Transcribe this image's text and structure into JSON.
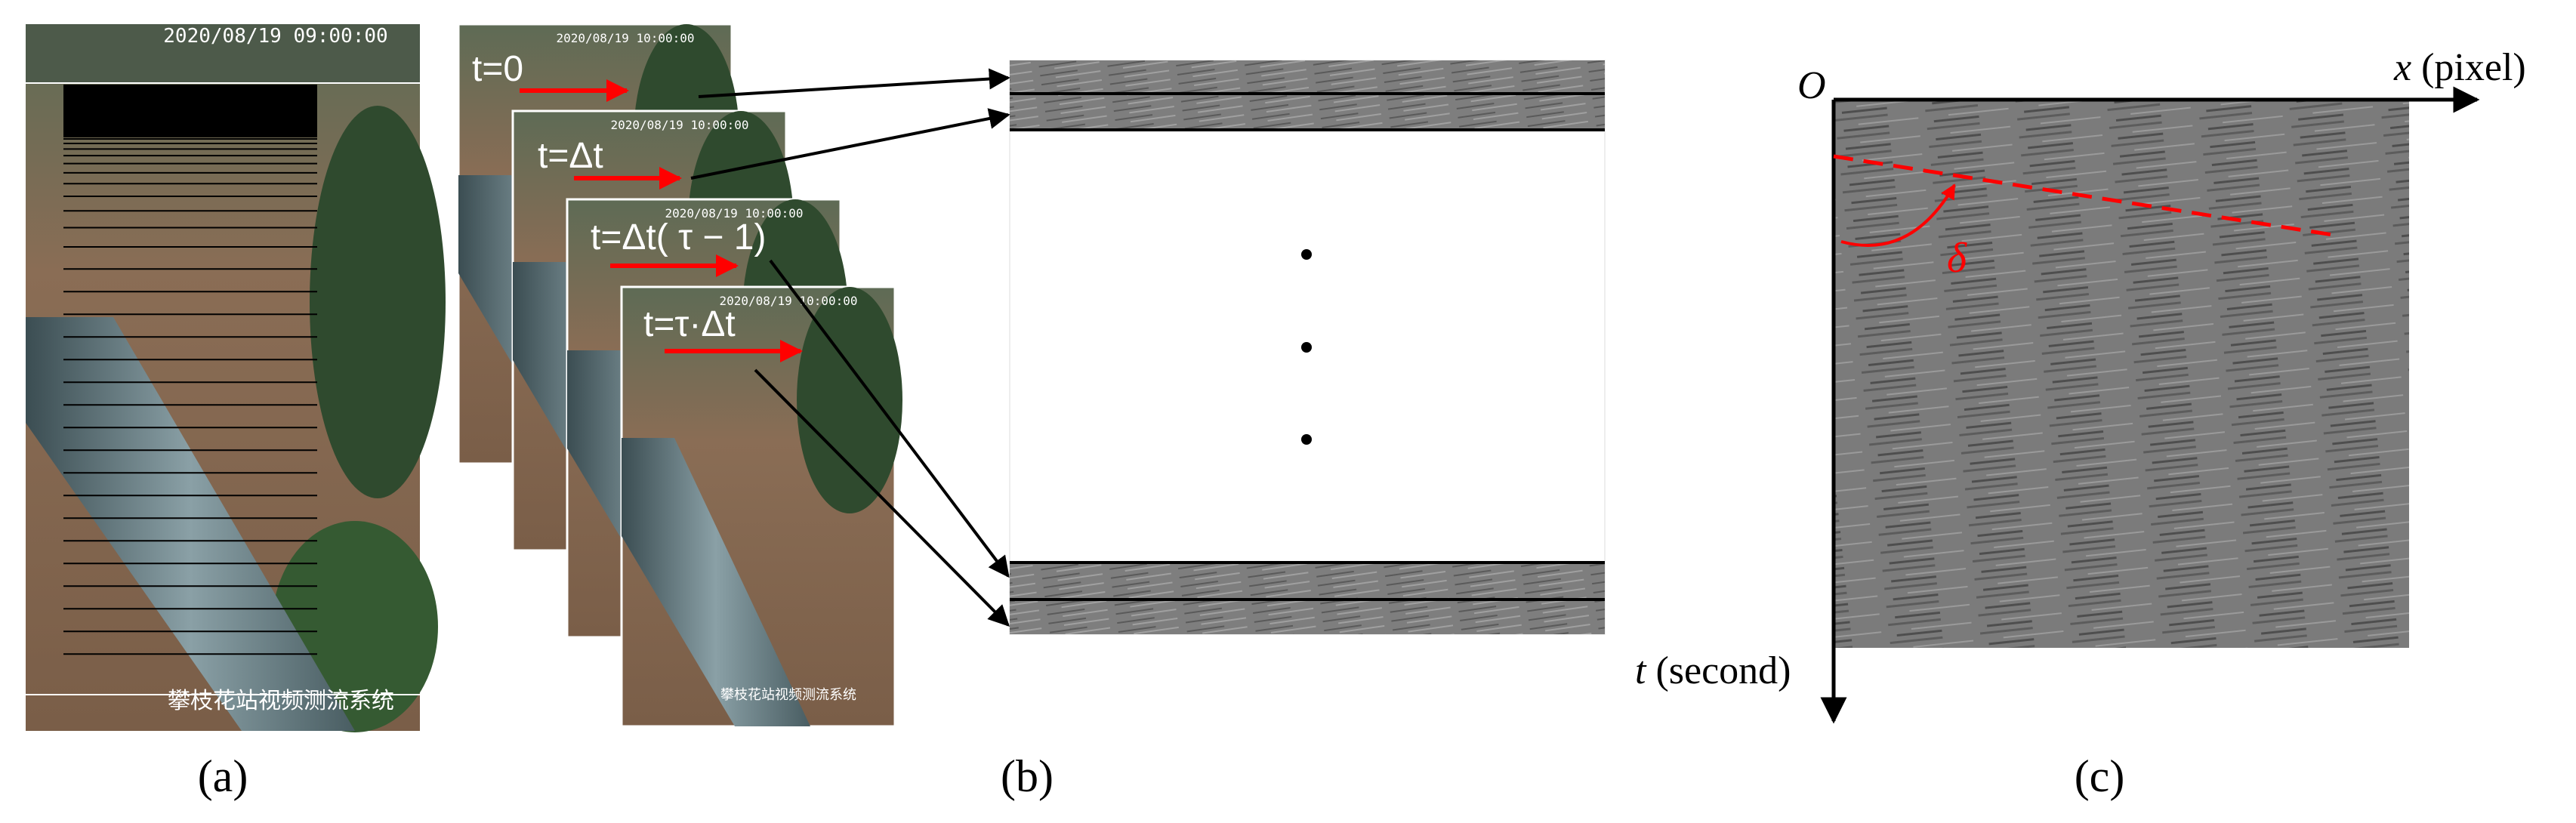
{
  "panel_a": {
    "timestamp": "2020/08/19 09:00:00",
    "station_label": "攀枝花站视频测流系统",
    "caption": "(a)"
  },
  "panel_b": {
    "frames": [
      {
        "label": "t=0",
        "timestamp": "2020/08/19 10:00:00"
      },
      {
        "label": "t=Δt",
        "timestamp": "2020/08/19 10:00:00"
      },
      {
        "label": "t=Δt( τ − 1)",
        "timestamp": "2020/08/19 10:00:00"
      },
      {
        "label": "t=τ·Δt",
        "timestamp": "2020/08/19 10:00:00",
        "station_label": "攀枝花站视频测流系统"
      }
    ],
    "caption": "(b)"
  },
  "panel_c": {
    "origin_label": "O",
    "x_axis_var": "x",
    "x_axis_unit": " (pixel)",
    "t_axis_var": "t",
    "t_axis_unit": " (second)",
    "angle_label": "δ",
    "caption": "(c)"
  },
  "colors": {
    "arrow_red": "#ff0000",
    "line_black": "#000000",
    "water_brown": "#8b6a52",
    "texture_gray": "#7a7a7a"
  }
}
